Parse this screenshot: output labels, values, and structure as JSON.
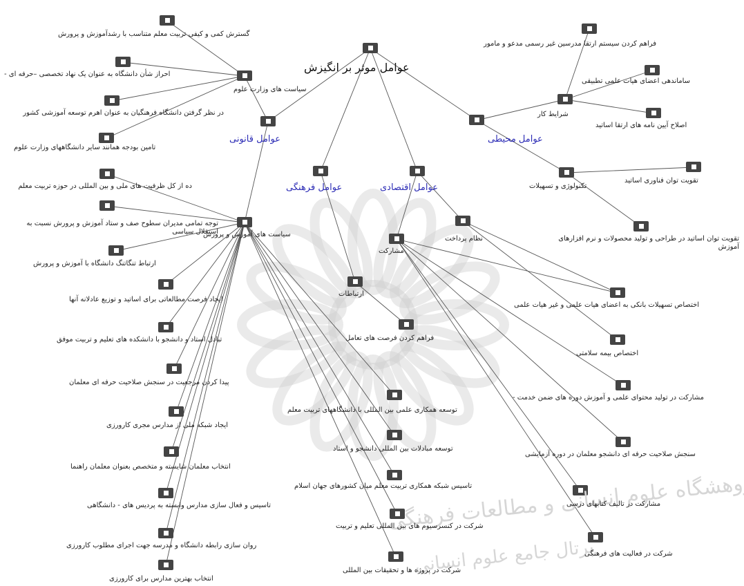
{
  "root": {
    "text": "عوامل موثر بر انگیزش"
  },
  "watermark": {
    "line1": "پژوهشگاه علوم انسانی و مطالعات فرهنگی",
    "line2": "پرتال جامع علوم انسانی"
  },
  "categories": {
    "legal": "عوامل قانونی",
    "cultural": "عوامل فرهنگی",
    "economic": "عوامل اقتصادی",
    "environmental": "عوامل محیطی"
  },
  "nodes": {
    "ministry_policies": "سیاست های وزارت علوم",
    "education_policies": "سیاست های آموزش و پرورش",
    "communications": "ارتباطات",
    "participation": "مشارکت",
    "payment_system": "نظام پرداخت",
    "work_conditions": "شرایط کار",
    "tech_facilities": "تکنولوژی و تسهیلات"
  },
  "leaves": {
    "l1": "گسترش کمی و کیفی تربیت معلم متناسب با رشدآموزش و پرورش",
    "l2": "احراز شأن دانشگاه به عنوان یک نهاد تخصصی –حرفه ای -",
    "l3": "در نظر گرفتن دانشگاه فرهنگیان به عنوان اهرم توسعه آموزشی کشور",
    "l4": "تامین بودجه همانند سایر دانشگاههای وزارت علوم",
    "l5": "ده از کل ظرفیت های ملی و بین المللی در حوزه تربیت معلم",
    "l6": "توجه تمامی مدیران سطوح صف و ستاد آموزش و پرورش نسبت به استقلال سیاسی",
    "l7": "ارتباط تنگاتنگ دانشگاه با آموزش و پرورش",
    "l8": "ایجاد فرصت مطالعاتی برای اساتید و توزیع عادلانه آنها",
    "l9": "تبادل استاد و دانشجو با دانشکده های تعلیم و تربیت موفق",
    "l10": "پیدا کردن مرجعیت در سنجش صلاحیت حرفه ای معلمان",
    "l11": "ایجاد شبکه ملی از مدارس مجری کارورزی",
    "l12": "انتخاب معلمان شایسته و متخصص بعنوان معلمان راهنما",
    "l13": "تاسیس و فعال سازی مدارس وابسته به پردیس های - دانشگاهی",
    "l14": "روان سازی رابطه دانشگاه و مدرسه جهت اجرای مطلوب کارورزی",
    "l15": "انتخاب بهترین مدارس برای کارورزی",
    "c1": "فراهم کردن فرصت های تعامل",
    "c2": "توسعه همکاری علمی بین المللی با دانشگاههای تربیت معلم",
    "c3": "توسعه مبادلات بین المللی دانشجو و استاد",
    "c4": "تاسیس شبکه همکاری تربیت معلم میان کشورهای جهان اسلام",
    "c5": "شرکت در کنسرسیوم های بین المللی تعلیم و تربیت",
    "c6": "شرکت در پروژه ها و تحقیقات بین المللی",
    "e1": "اختصاص تسهیلات بانکی به اعضای هیات علمی و غیر هیات علمی",
    "e2": "اختصاص بیمه سلامتی",
    "e3": "مشارکت در تولید محتوای علمی و آموزش دوره های ضمن خدمت -",
    "e4": "سنجش صلاحیت حرفه ای دانشجو معلمان در دوره آزمایشی",
    "e5": "مشارکت در تالیف کتابهای درسی",
    "e6": "شرکت در فعالیت های فرهنگی",
    "w1": "فراهم کردن سیستم ارتقا مدرسین غیر رسمی مدعو و مامور",
    "w2": "ساماندهی اعضای هیات علمی تطبیقی",
    "w3": "اصلاح آیین نامه های ارتقا اساتید",
    "t1": "تقویت توان فناوری اساتید",
    "t2": "تقویت توان اساتید در طراحی و تولید محصولات و نرم افزارهای آموزش"
  },
  "colors": {
    "category": "#2b2bb5",
    "edge": "#555555",
    "icon": "#444444",
    "watermark": "#d0d0d0"
  }
}
